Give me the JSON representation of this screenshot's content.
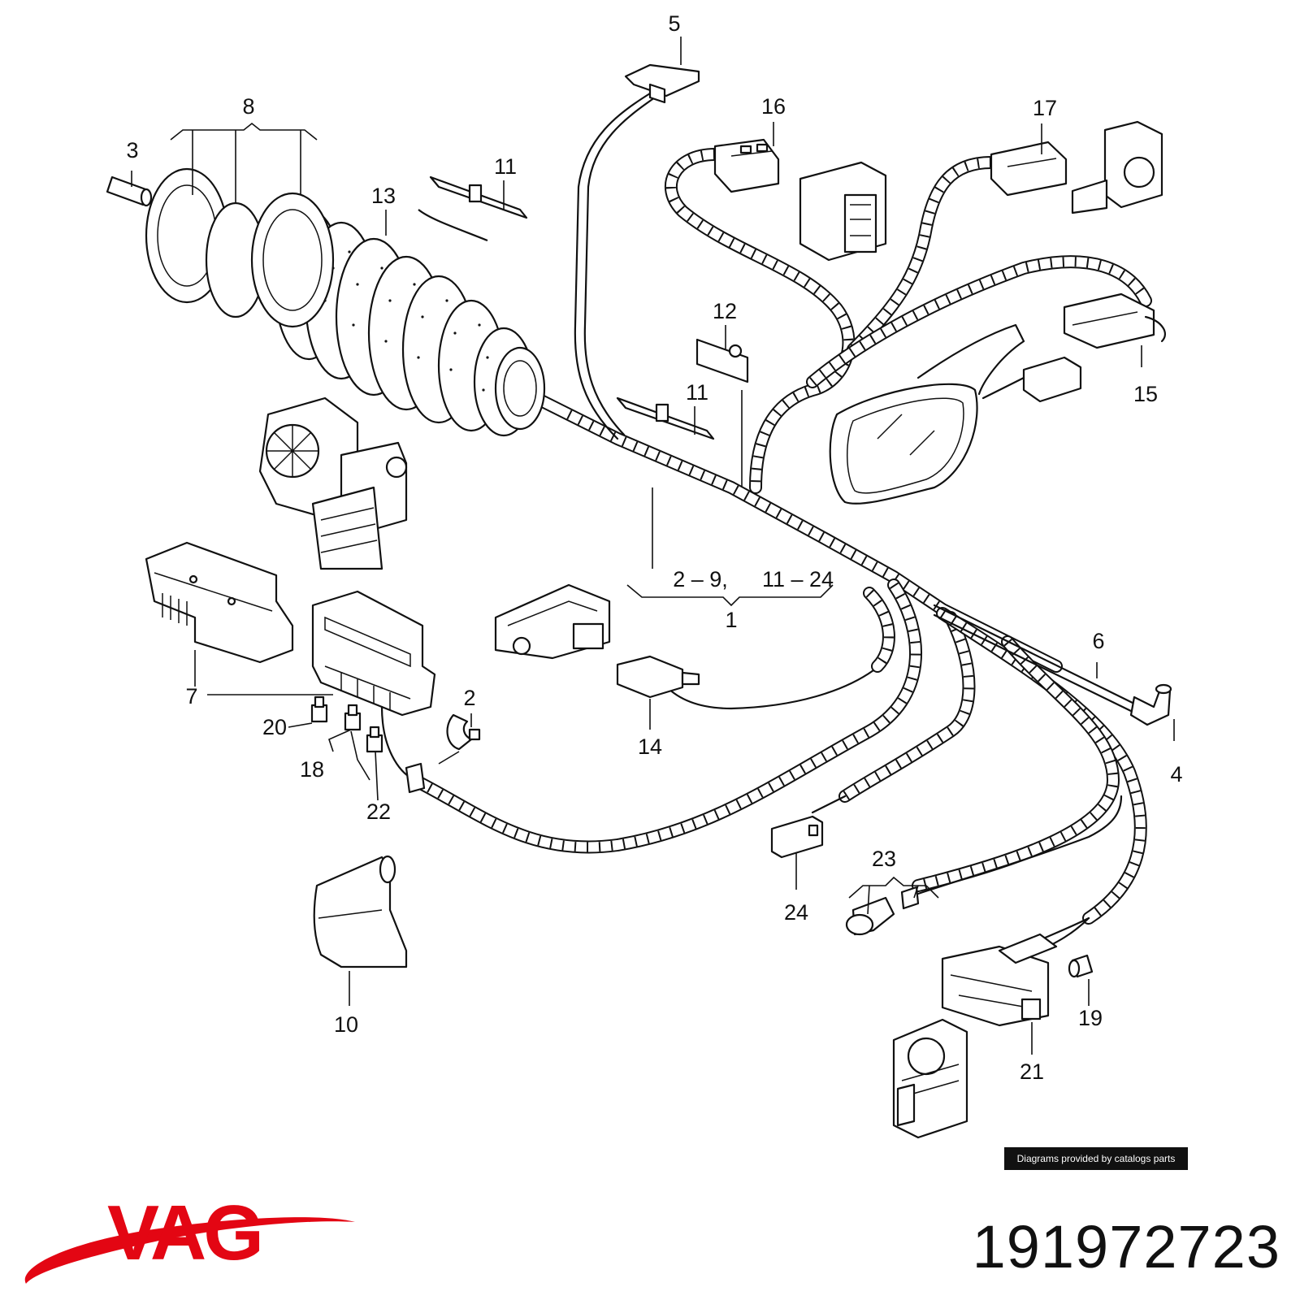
{
  "brand": {
    "name": "VAG",
    "color": "#e30613"
  },
  "part_number": "191972723",
  "watermark": "Diagrams provided by catalogs parts",
  "callouts": {
    "c1": "1",
    "c2a": "2",
    "c2_range": "2 – 9,",
    "c11_range": "11 – 24",
    "c3": "3",
    "c4": "4",
    "c5": "5",
    "c6": "6",
    "c7": "7",
    "c8": "8",
    "c10": "10",
    "c11a": "11",
    "c11b": "11",
    "c12": "12",
    "c13": "13",
    "c14": "14",
    "c15": "15",
    "c16": "16",
    "c17": "17",
    "c18": "18",
    "c19": "19",
    "c20": "20",
    "c21": "21",
    "c22": "22",
    "c23": "23",
    "c24": "24"
  }
}
